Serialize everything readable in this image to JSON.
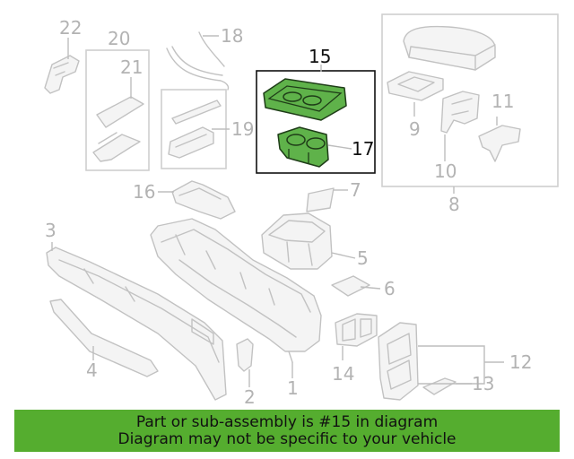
{
  "callouts": {
    "c1": "1",
    "c2": "2",
    "c3": "3",
    "c4": "4",
    "c5": "5",
    "c6": "6",
    "c7": "7",
    "c8": "8",
    "c9": "9",
    "c10": "10",
    "c11": "11",
    "c12": "12",
    "c13": "13",
    "c14": "14",
    "c15": "15",
    "c16": "16",
    "c17": "17",
    "c18": "18",
    "c19": "19",
    "c20": "20",
    "c21": "21",
    "c22": "22"
  },
  "banner": {
    "line1": "Part or sub-assembly is #15 in diagram",
    "line2": "Diagram may not be specific to your vehicle"
  },
  "colors": {
    "highlight": "#5fb24a",
    "banner": "#55ad2f",
    "muted_parts": "#c2c2c2"
  }
}
